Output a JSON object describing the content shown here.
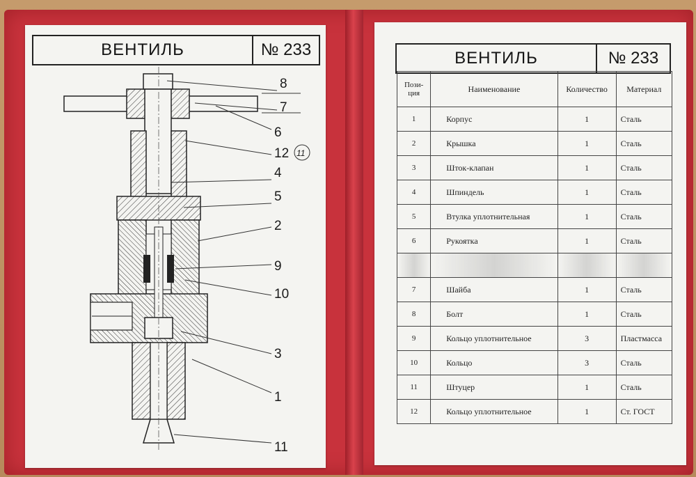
{
  "left_card": {
    "title": "ВЕНТИЛЬ",
    "number": "№ 233",
    "callouts": [
      "8",
      "7",
      "6",
      "12",
      "11",
      "4",
      "5",
      "2",
      "9",
      "10",
      "3",
      "1",
      "11"
    ]
  },
  "right_card": {
    "title": "ВЕНТИЛЬ",
    "number": "№ 233",
    "headers": {
      "pos": "Пози-ция",
      "name": "Наименование",
      "qty": "Количество",
      "mat": "Материал"
    },
    "rows": [
      {
        "pos": "1",
        "name": "Корпус",
        "qty": "1",
        "mat": "Сталь"
      },
      {
        "pos": "2",
        "name": "Крышка",
        "qty": "1",
        "mat": "Сталь"
      },
      {
        "pos": "3",
        "name": "Шток-клапан",
        "qty": "1",
        "mat": "Сталь"
      },
      {
        "pos": "4",
        "name": "Шпиндель",
        "qty": "1",
        "mat": "Сталь"
      },
      {
        "pos": "5",
        "name": "Втулка уплотнительная",
        "qty": "1",
        "mat": "Сталь"
      },
      {
        "pos": "6",
        "name": "Рукоятка",
        "qty": "1",
        "mat": "Сталь"
      },
      {
        "pos": "",
        "name": "",
        "qty": "",
        "mat": ""
      },
      {
        "pos": "7",
        "name": "Шайба",
        "qty": "1",
        "mat": "Сталь"
      },
      {
        "pos": "8",
        "name": "Болт",
        "qty": "1",
        "mat": "Сталь"
      },
      {
        "pos": "9",
        "name": "Кольцо уплотнительное",
        "qty": "3",
        "mat": "Пластмасса"
      },
      {
        "pos": "10",
        "name": "Кольцо",
        "qty": "3",
        "mat": "Сталь"
      },
      {
        "pos": "11",
        "name": "Штуцер",
        "qty": "1",
        "mat": "Сталь"
      },
      {
        "pos": "12",
        "name": "Кольцо уплотнительное",
        "qty": "1",
        "mat": "Ст. ГОСТ"
      }
    ]
  }
}
